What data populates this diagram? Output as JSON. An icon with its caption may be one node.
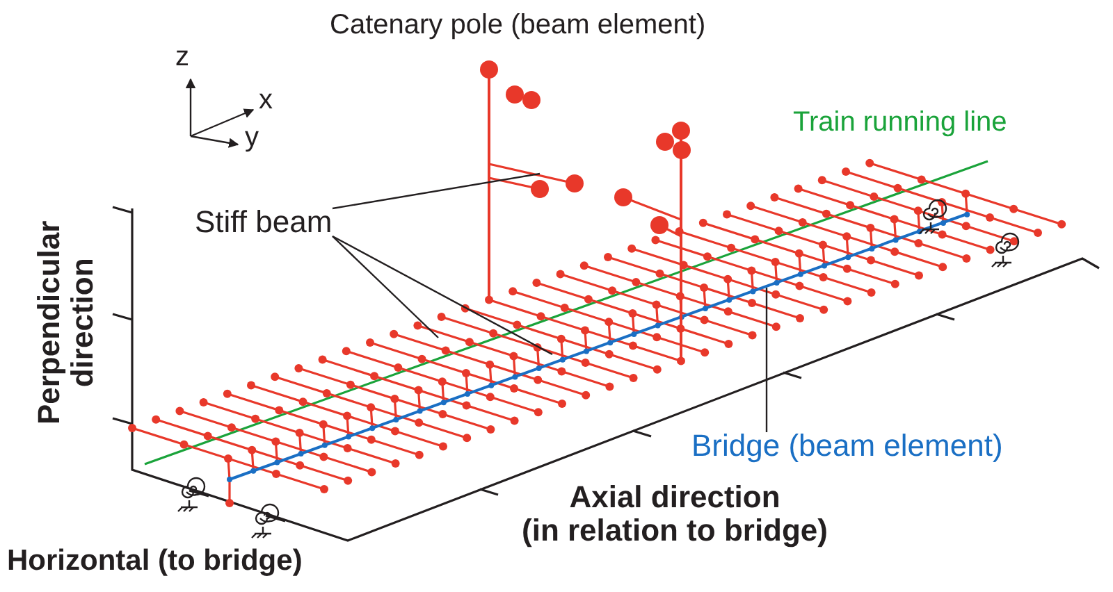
{
  "diagram": {
    "nodes": [
      {
        "text": [
          "Stiff beam"
        ]
      },
      {
        "text": [
          "Bridge (beam element)"
        ]
      }
    ],
    "edges": [
      {
        "from": 0,
        "to": null,
        "arrow": "none"
      },
      {
        "from": 0,
        "to": null,
        "arrow": "none"
      },
      {
        "from": 0,
        "to": null,
        "arrow": "none"
      },
      {
        "from": 1,
        "to": null,
        "arrow": "none"
      }
    ],
    "labels": [
      "Catenary pole (beam element)",
      "z",
      "x",
      "y",
      "Train running line",
      "Perpendicular direction",
      "Axial direction (in relation to bridge)",
      "Horizontal (to bridge)"
    ]
  }
}
